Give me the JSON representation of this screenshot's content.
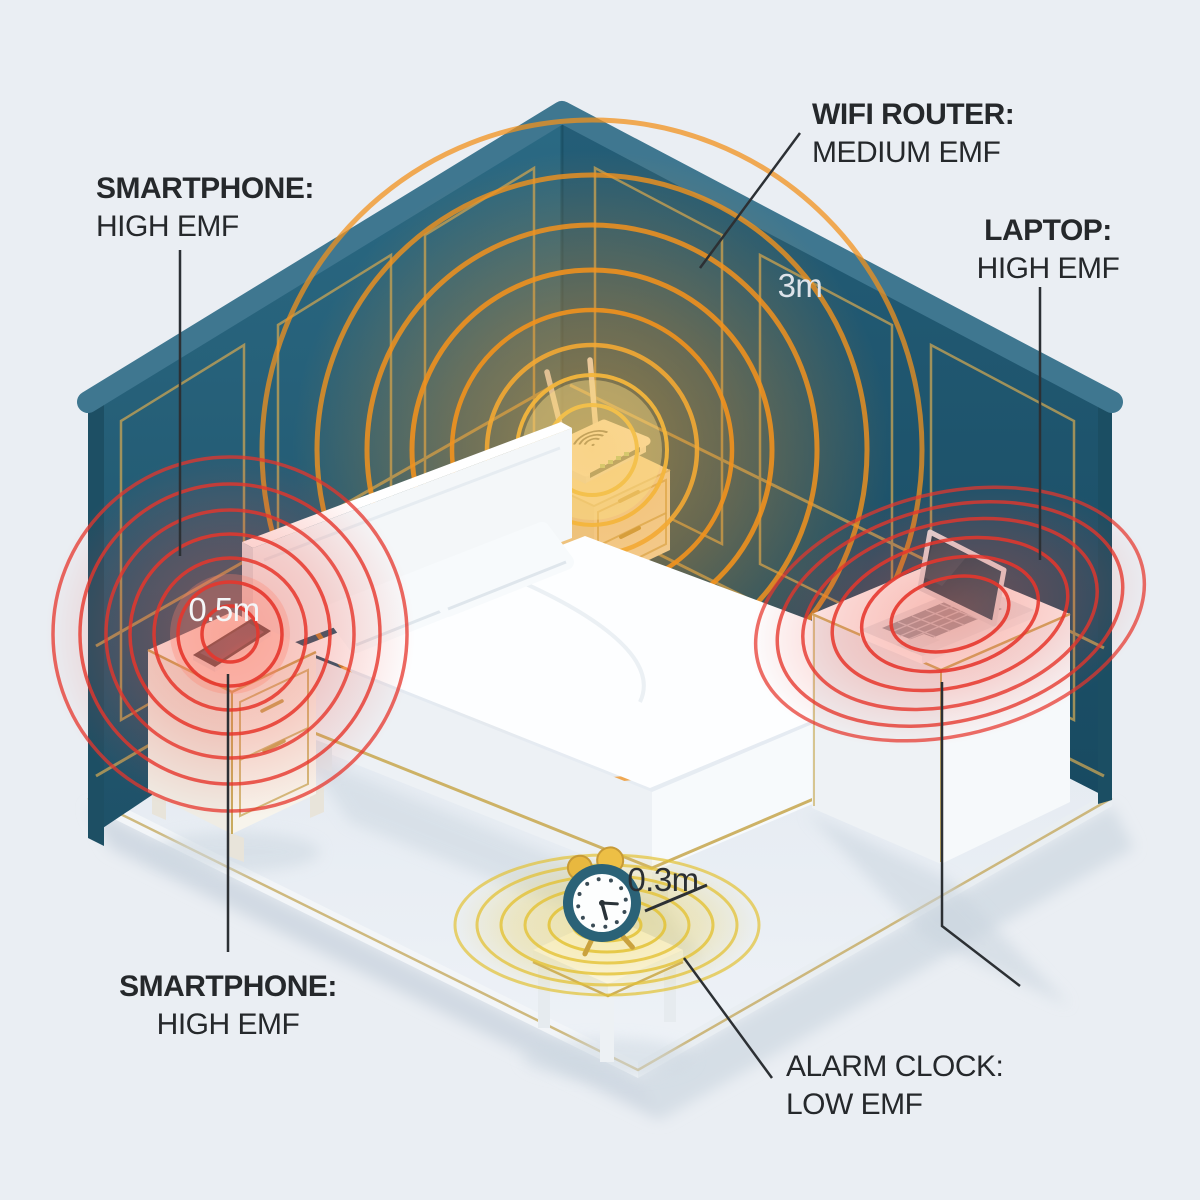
{
  "labels": {
    "smartphone_top": {
      "device": "SMARTPHONE:",
      "level": "HIGH EMF"
    },
    "wifi_router": {
      "device": "WIFI ROUTER:",
      "level": "MEDIUM EMF"
    },
    "laptop": {
      "device": "LAPTOP:",
      "level": "HIGH EMF"
    },
    "smartphone_bottom": {
      "device": "SMARTPHONE:",
      "level": "HIGH EMF"
    },
    "alarm_clock": {
      "device": "ALARM CLOCK:",
      "level": "LOW EMF"
    }
  },
  "distances": {
    "wifi_router": "3m",
    "smartphone": "0.5m",
    "alarm_clock": "0.3m"
  },
  "icons": {
    "smartphone": "smartphone-icon",
    "wifi_router": "wifi-router-icon",
    "laptop": "laptop-icon",
    "alarm_clock": "alarm-clock-icon"
  },
  "colors": {
    "high_emf_ring": "#e6362c",
    "medium_emf_ring": "#f2921d",
    "low_emf_ring": "#e3c235",
    "wall_teal": "#26607a",
    "gold_trim": "#c0a056",
    "background": "#eaeef3",
    "label_text": "#25282b"
  }
}
